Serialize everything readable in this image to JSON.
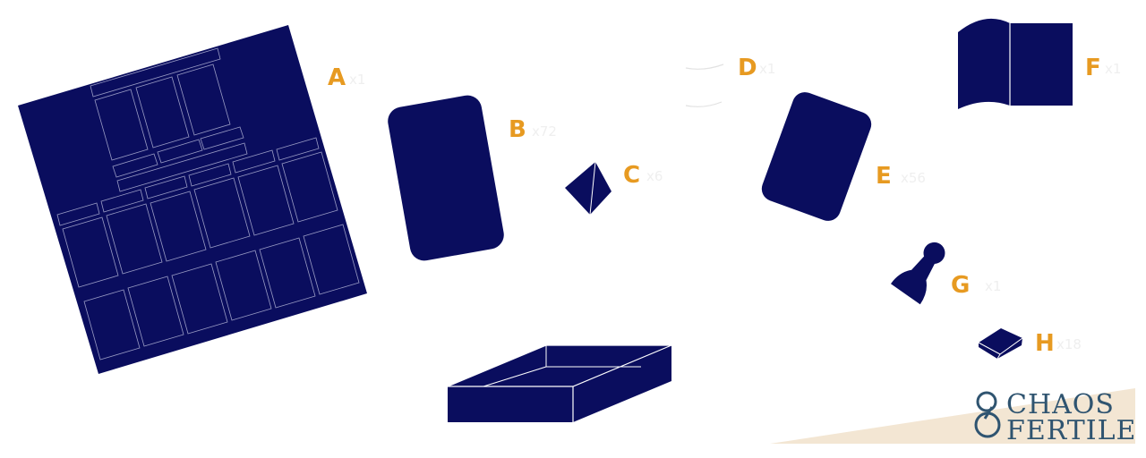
{
  "colors": {
    "piece": "#0a0d5e",
    "line": "#ffffff",
    "label": "#e79a21",
    "quantity": "#efefef",
    "brand_text": "#2f5470",
    "brand_band": "#f3e6d3"
  },
  "components": [
    {
      "letter": "A",
      "quantity": "x1",
      "icon": "player-board-icon"
    },
    {
      "letter": "B",
      "quantity": "x72",
      "icon": "large-card-icon"
    },
    {
      "letter": "C",
      "quantity": "x6",
      "icon": "pyramid-token-icon"
    },
    {
      "letter": "D",
      "quantity": "x1",
      "icon": "scroll-icon"
    },
    {
      "letter": "E",
      "quantity": "x56",
      "icon": "small-card-icon"
    },
    {
      "letter": "F",
      "quantity": "x1",
      "icon": "rulebook-icon"
    },
    {
      "letter": "G",
      "quantity": "x1",
      "icon": "pawn-icon"
    },
    {
      "letter": "H",
      "quantity": "x18",
      "icon": "cube-icon"
    }
  ],
  "box": {
    "icon": "game-box-tray-icon"
  },
  "brand": {
    "line1": "CHAOS",
    "line2": "FERTILE",
    "icon": "chaos-fertile-logo-icon"
  }
}
